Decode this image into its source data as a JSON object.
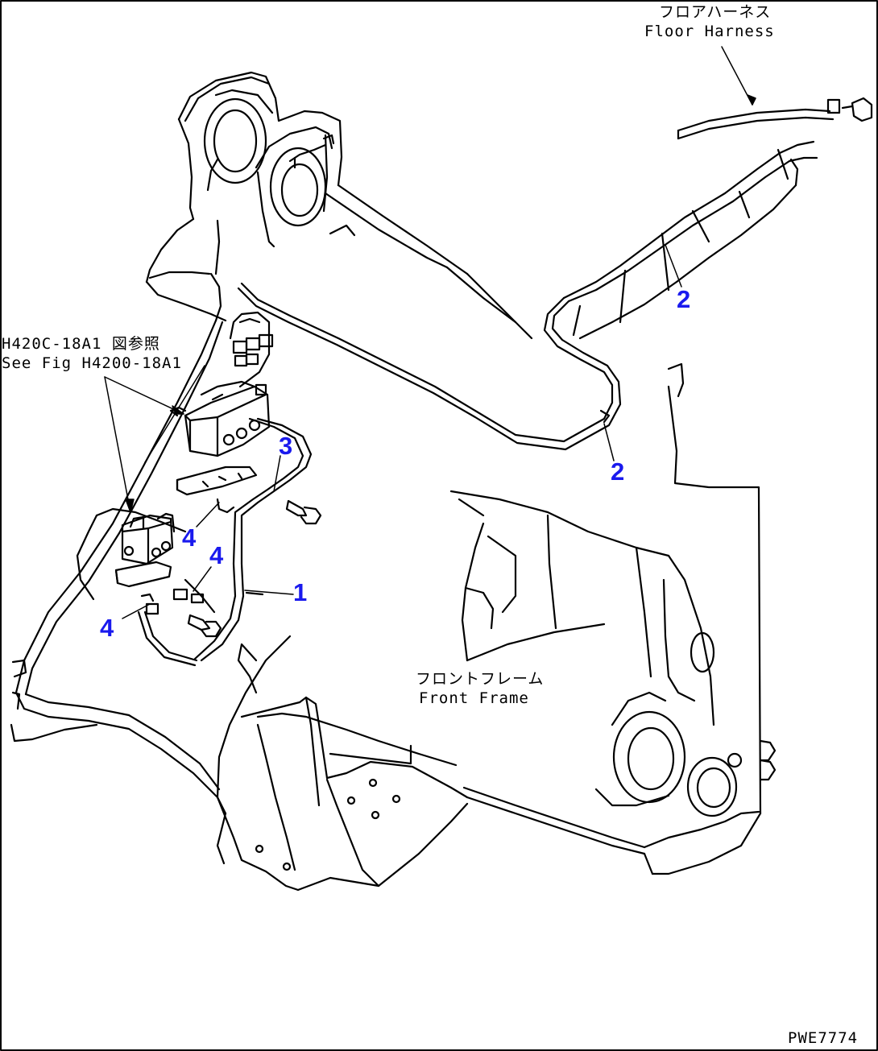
{
  "labels": {
    "floor_harness_jp": "フロアハーネス",
    "floor_harness_en": "Floor Harness",
    "see_fig_jp": "H420C-18A1 図参照",
    "see_fig_en": "See Fig H4200-18A1",
    "front_frame_jp": "フロントフレーム",
    "front_frame_en": "Front Frame",
    "drawing_code": "PWE7774"
  },
  "callouts": {
    "part1": "1",
    "part2_upper": "2",
    "part2_lower": "2",
    "part3": "3",
    "part4_a": "4",
    "part4_b": "4",
    "part4_c": "4"
  },
  "colors": {
    "line": "#000000",
    "callout_blue": "#1a1aee",
    "callout_black": "#000000",
    "background": "#ffffff"
  }
}
